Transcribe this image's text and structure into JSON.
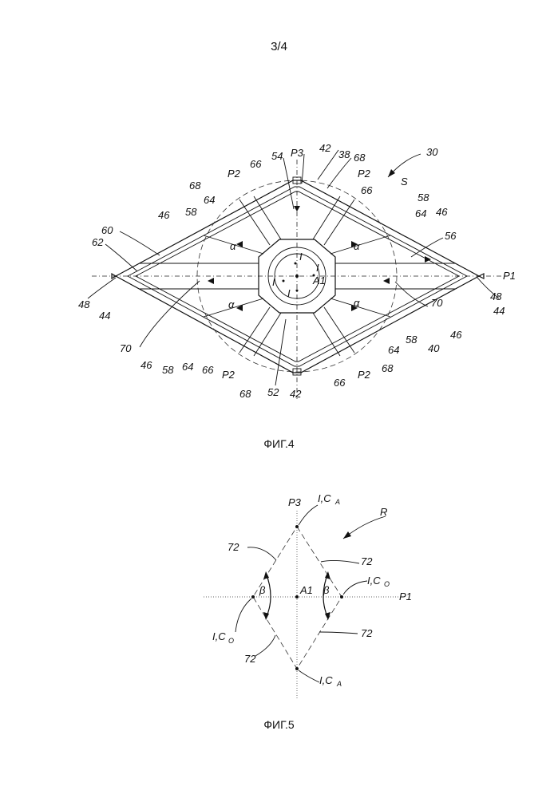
{
  "page_number": "3/4",
  "fig4": {
    "caption": "ФИГ.4",
    "labels": {
      "r30": "30",
      "r38": "38",
      "r42t": "42",
      "r42b": "42",
      "r54": "54",
      "p3": "P3",
      "p2tl": "P2",
      "p2tr": "P2",
      "p2bl": "P2",
      "p2br": "P2",
      "r66tl": "66",
      "r66tr": "66",
      "r66bl": "66",
      "r66br": "66",
      "r68tl": "68",
      "r68tr": "68",
      "r68bl": "68",
      "r68br": "68",
      "r64tl": "64",
      "r64tr": "64",
      "r64bl": "64",
      "r64br": "64",
      "r58tl": "58",
      "r58tr": "58",
      "r58bl": "58",
      "r58br": "58",
      "r46tl": "46",
      "r46tr": "46",
      "r46bl": "46",
      "r46br": "46",
      "s": "S",
      "r56": "56",
      "r60": "60",
      "r62": "62",
      "r48l": "48",
      "r44l": "44",
      "r48r": "48",
      "r44r": "44",
      "p1": "P1",
      "r70l": "70",
      "r70r": "70",
      "r40": "40",
      "r52": "52",
      "alpha_tl": "α",
      "alpha_tr": "α",
      "alpha_bl": "α",
      "alpha_br": "α",
      "i1": "I",
      "i2": "I",
      "i3": "I",
      "i4": "I",
      "a1": "A1"
    }
  },
  "fig5": {
    "caption": "ФИГ.5",
    "labels": {
      "p3": "P3",
      "ica_top": "I,C",
      "ica_top_sub": "A",
      "r": "R",
      "r72_ul": "72",
      "r72_ur": "72",
      "r72_ll": "72",
      "r72_lr": "72",
      "ico_r": "I,C",
      "ico_r_sub": "O",
      "ico_l": "I,C",
      "ico_l_sub": "O",
      "a1": "A1",
      "p1": "P1",
      "beta_l": "β",
      "beta_r": "β",
      "ica_bot": "I,C",
      "ica_bot_sub": "A"
    }
  }
}
